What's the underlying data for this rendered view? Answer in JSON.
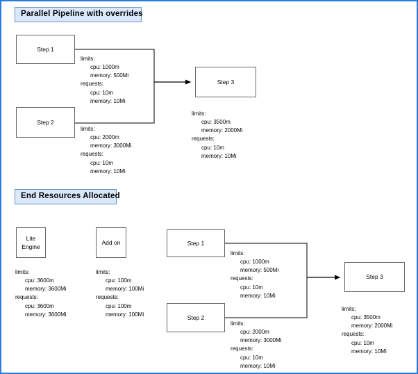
{
  "page": {
    "frame_color": "#2a7bde",
    "node_border_color": "#666666",
    "title_fill": "#dae8fc",
    "title_border": "#6c8ebf",
    "connector_color": "#000000"
  },
  "sections": [
    {
      "id": "parallel-pipeline",
      "title": "Parallel Pipeline with  overrides"
    },
    {
      "id": "end-resources-allocated",
      "title": "End Resources Allocated"
    }
  ],
  "top_diagram": {
    "nodes": [
      {
        "id": "top-step-1",
        "label": "Step 1"
      },
      {
        "id": "top-step-2",
        "label": "Step 2"
      },
      {
        "id": "top-step-3",
        "label": "Step 3"
      }
    ],
    "resources": [
      {
        "id": "top-step-1-resources",
        "limits_label": "limits:",
        "limits_cpu": "cpu: 1000m",
        "limits_memory": "memory: 500Mi",
        "requests_label": "requests:",
        "requests_cpu": "cpu: 10m",
        "requests_memory": "memory: 10Mi"
      },
      {
        "id": "top-step-2-resources",
        "limits_label": "limits:",
        "limits_cpu": "cpu: 2000m",
        "limits_memory": "memory: 3000Mi",
        "requests_label": "requests:",
        "requests_cpu": "cpu: 10m",
        "requests_memory": "memory: 10Mi"
      },
      {
        "id": "top-step-3-resources",
        "limits_label": "limits:",
        "limits_cpu": "cpu: 3500m",
        "limits_memory": "memory: 2000Mi",
        "requests_label": "requests:",
        "requests_cpu": "cpu: 10m",
        "requests_memory": "memory: 10Mi"
      }
    ]
  },
  "bottom_diagram": {
    "nodes": [
      {
        "id": "lite-engine",
        "line1": "Lite",
        "line2": "Engine"
      },
      {
        "id": "add-on",
        "label": "Add on"
      },
      {
        "id": "bottom-step-1",
        "label": "Step 1"
      },
      {
        "id": "bottom-step-2",
        "label": "Step 2"
      },
      {
        "id": "bottom-step-3",
        "label": "Step 3"
      }
    ],
    "resources": [
      {
        "id": "lite-engine-resources",
        "limits_label": "limits:",
        "limits_cpu": "cpu: 3600m",
        "limits_memory": "memory: 3600Mi",
        "requests_label": "requests:",
        "requests_cpu": "cpu: 3600m",
        "requests_memory": "memory: 3600Mi"
      },
      {
        "id": "add-on-resources",
        "limits_label": "limits:",
        "limits_cpu": "cpu: 100m",
        "limits_memory": "memory: 100Mi",
        "requests_label": "requests:",
        "requests_cpu": "cpu: 100m",
        "requests_memory": "memory: 100Mi"
      },
      {
        "id": "bottom-step-1-resources",
        "limits_label": "limits:",
        "limits_cpu": "cpu: 1000m",
        "limits_memory": "memory: 500Mi",
        "requests_label": "requests:",
        "requests_cpu": "cpu: 10m",
        "requests_memory": "memory: 10Mi"
      },
      {
        "id": "bottom-step-2-resources",
        "limits_label": "limits:",
        "limits_cpu": "cpu: 2000m",
        "limits_memory": "memory: 3000Mi",
        "requests_label": "requests:",
        "requests_cpu": "cpu: 10m",
        "requests_memory": "memory: 10Mi"
      },
      {
        "id": "bottom-step-3-resources",
        "limits_label": "limits:",
        "limits_cpu": "cpu: 3500m",
        "limits_memory": "memory: 2000Mi",
        "requests_label": "requests:",
        "requests_cpu": "cpu: 10m",
        "requests_memory": "memory: 10Mi"
      }
    ]
  }
}
